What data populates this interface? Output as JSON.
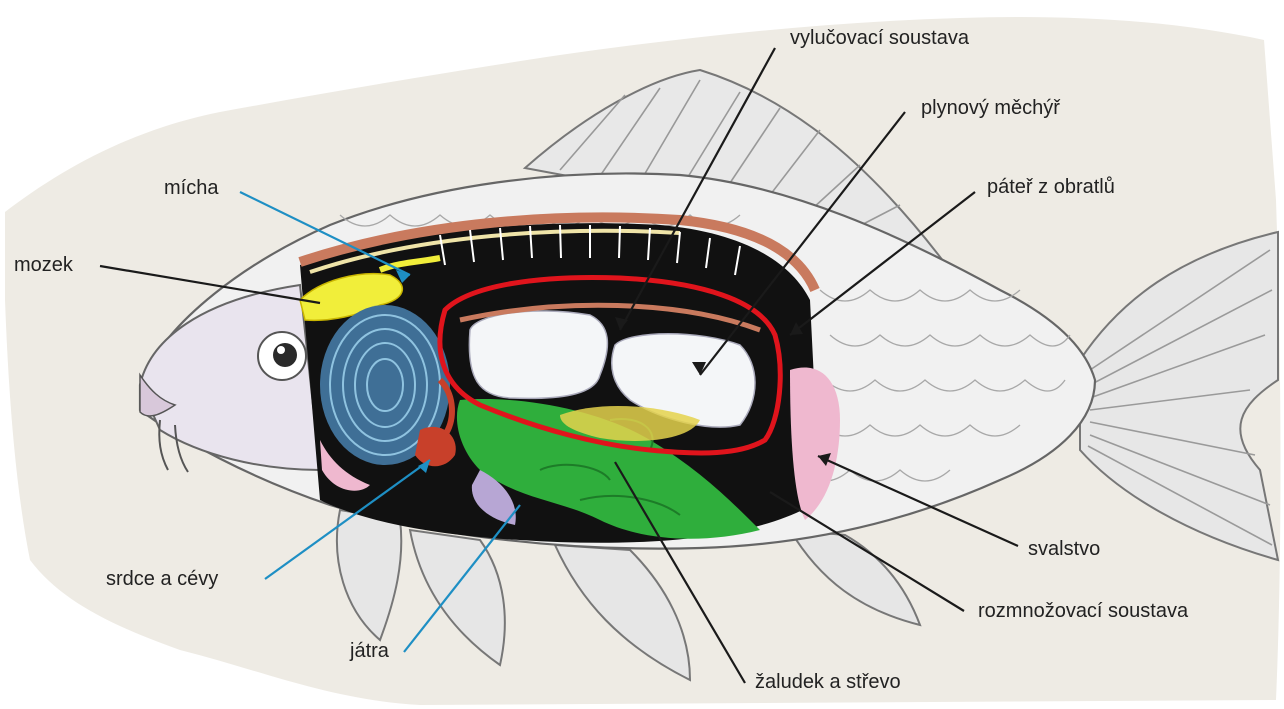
{
  "labels": {
    "vylucovaci": "vylučovací soustava",
    "plynovy": "plynový měchýř",
    "mozek": "mozek",
    "micha": "mícha",
    "pater": "páteř z obratlů",
    "svalstvo": "svalstvo",
    "srdce": "srdce a cévy",
    "jatra": "játra",
    "rozmnozovaci": "rozmnožovací soustava",
    "zaludek": "žaludek a střevo"
  },
  "colors": {
    "paper": "#eeebe4",
    "leader": "#1a1a1a",
    "leader_blue": "#1e8fc4",
    "highlight": "#e0141c",
    "swim_bladder": "#f4f6f8",
    "intestine": "#2fae3c",
    "gills": "#3f6f96",
    "brain": "#f1ee3a",
    "muscle_pink": "#efb8cf",
    "body_cavity": "#111111"
  }
}
